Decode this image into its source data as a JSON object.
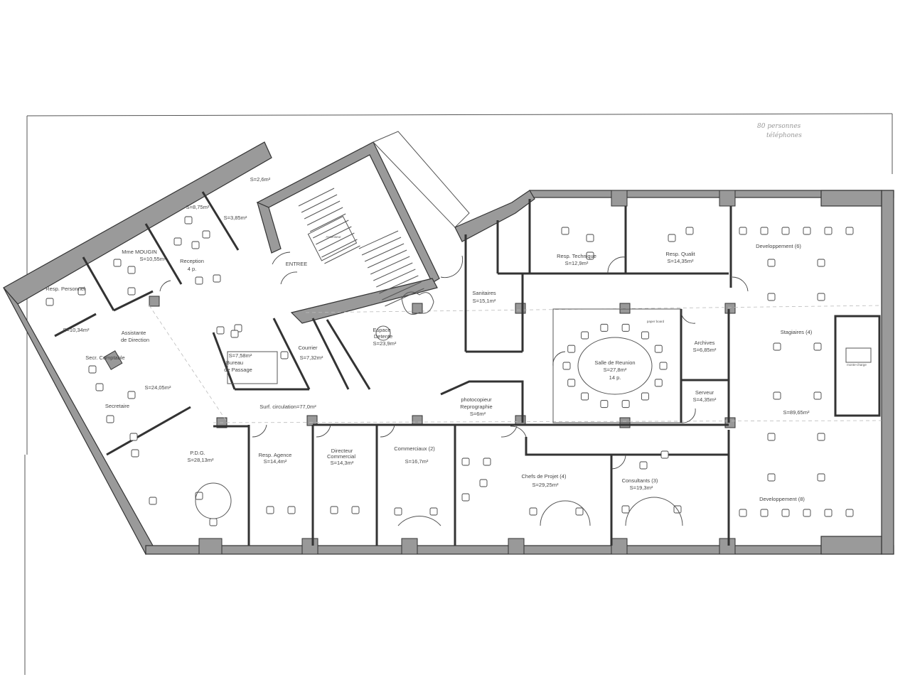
{
  "note": {
    "line1": "80 personnes",
    "line2": "téléphones"
  },
  "entrance": "ENTREE",
  "circulation": "Surf. circulation=77,0m²",
  "rooms": {
    "resp_personnel": {
      "name": "Resp. Personnel",
      "area": "S=10,34m²"
    },
    "mme_mougin": {
      "name": "Mme MOUGIN",
      "area": "S=10,55m²"
    },
    "reception": {
      "name": "Reception",
      "capacity": "4 p.",
      "area": "S=8,75m²"
    },
    "small_1": {
      "area": "S=3,85m²"
    },
    "small_2": {
      "area": "S=2,6m²"
    },
    "assistante": {
      "name1": "Assistante",
      "name2": "de Direction",
      "area": "S=24,05m²"
    },
    "secr_comptable": {
      "name": "Secr. Comptable"
    },
    "secretaire": {
      "name": "Secretaire"
    },
    "bureau_passage": {
      "name1": "Bureau",
      "name2": "de Passage",
      "area": "S=7,58m²"
    },
    "courrier": {
      "name": "Courrier",
      "area": "S=7,32m²"
    },
    "ascenseur": {
      "name": "Ascenseur"
    },
    "espace_detente": {
      "name1": "Espace",
      "name2": "Detente",
      "area": "S=23,9m²"
    },
    "sanitaires": {
      "name": "Sanitaires",
      "area": "S=15,1m²"
    },
    "resp_technique": {
      "name": "Resp. Technique",
      "area": "S=12,9m²"
    },
    "resp_qualit": {
      "name": "Resp. Qualit",
      "area": "S=14,35m²"
    },
    "developpement_6": {
      "name": "Developpement (6)"
    },
    "salle_reunion": {
      "name": "Salle de Reunion",
      "area": "S=27,8m²",
      "capacity": "14 p.",
      "paper_board": "paper board"
    },
    "archives": {
      "name": "Archives",
      "area": "S=6,85m²"
    },
    "serveur": {
      "name": "Serveur",
      "area": "S=4,35m²"
    },
    "stagiaires": {
      "name": "Stagiaires (4)",
      "area": "S=89,65m²"
    },
    "monte_charge": {
      "name": "monte-charge"
    },
    "developpement_8": {
      "name": "Developpement (8)"
    },
    "reprographie": {
      "name1": "photocopieur",
      "name2": "Reprographie",
      "area": "S=6m²"
    },
    "pdg": {
      "name": "P.D.G.",
      "area": "S=28,13m²"
    },
    "resp_agence": {
      "name": "Resp. Agence",
      "area": "S=14,4m²"
    },
    "directeur_commercial": {
      "name1": "Directeur",
      "name2": "Commercial",
      "area": "S=14,3m²"
    },
    "commerciaux": {
      "name": "Commerciaux (2)",
      "area": "S=16,7m²"
    },
    "chefs_projet": {
      "name": "Chefs de Projet (4)",
      "area": "S=29,25m²"
    },
    "consultants": {
      "name": "Consultants (3)",
      "area": "S=19,3m²"
    }
  }
}
